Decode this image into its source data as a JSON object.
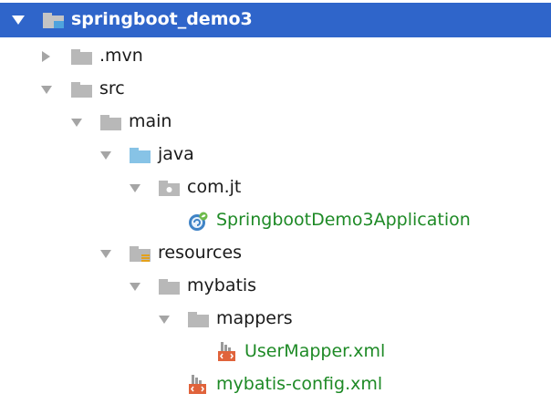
{
  "colors": {
    "selection": "#2f65ca",
    "folder": "#b8b8b8",
    "source_folder": "#87c3e6",
    "file_text_green": "#1e8a26",
    "xml_badge": "#e0633b"
  },
  "tree": {
    "root": {
      "label": "springboot_demo3",
      "icon": "module-folder-icon",
      "expanded": true,
      "selected": true
    },
    "mvn": {
      "label": ".mvn",
      "icon": "folder-icon",
      "expanded": false
    },
    "src": {
      "label": "src",
      "icon": "folder-icon",
      "expanded": true
    },
    "main": {
      "label": "main",
      "icon": "folder-icon",
      "expanded": true
    },
    "java": {
      "label": "java",
      "icon": "source-folder-icon",
      "expanded": true
    },
    "comjt": {
      "label": "com.jt",
      "icon": "package-icon",
      "expanded": true
    },
    "app": {
      "label": "SpringbootDemo3Application",
      "icon": "spring-boot-class-icon"
    },
    "resources": {
      "label": "resources",
      "icon": "resources-folder-icon",
      "expanded": true
    },
    "mybatis": {
      "label": "mybatis",
      "icon": "folder-icon",
      "expanded": true
    },
    "mappers": {
      "label": "mappers",
      "icon": "folder-icon",
      "expanded": true
    },
    "usermapper": {
      "label": "UserMapper.xml",
      "icon": "xml-file-icon"
    },
    "mybatisconfig": {
      "label": "mybatis-config.xml",
      "icon": "xml-file-icon"
    }
  }
}
